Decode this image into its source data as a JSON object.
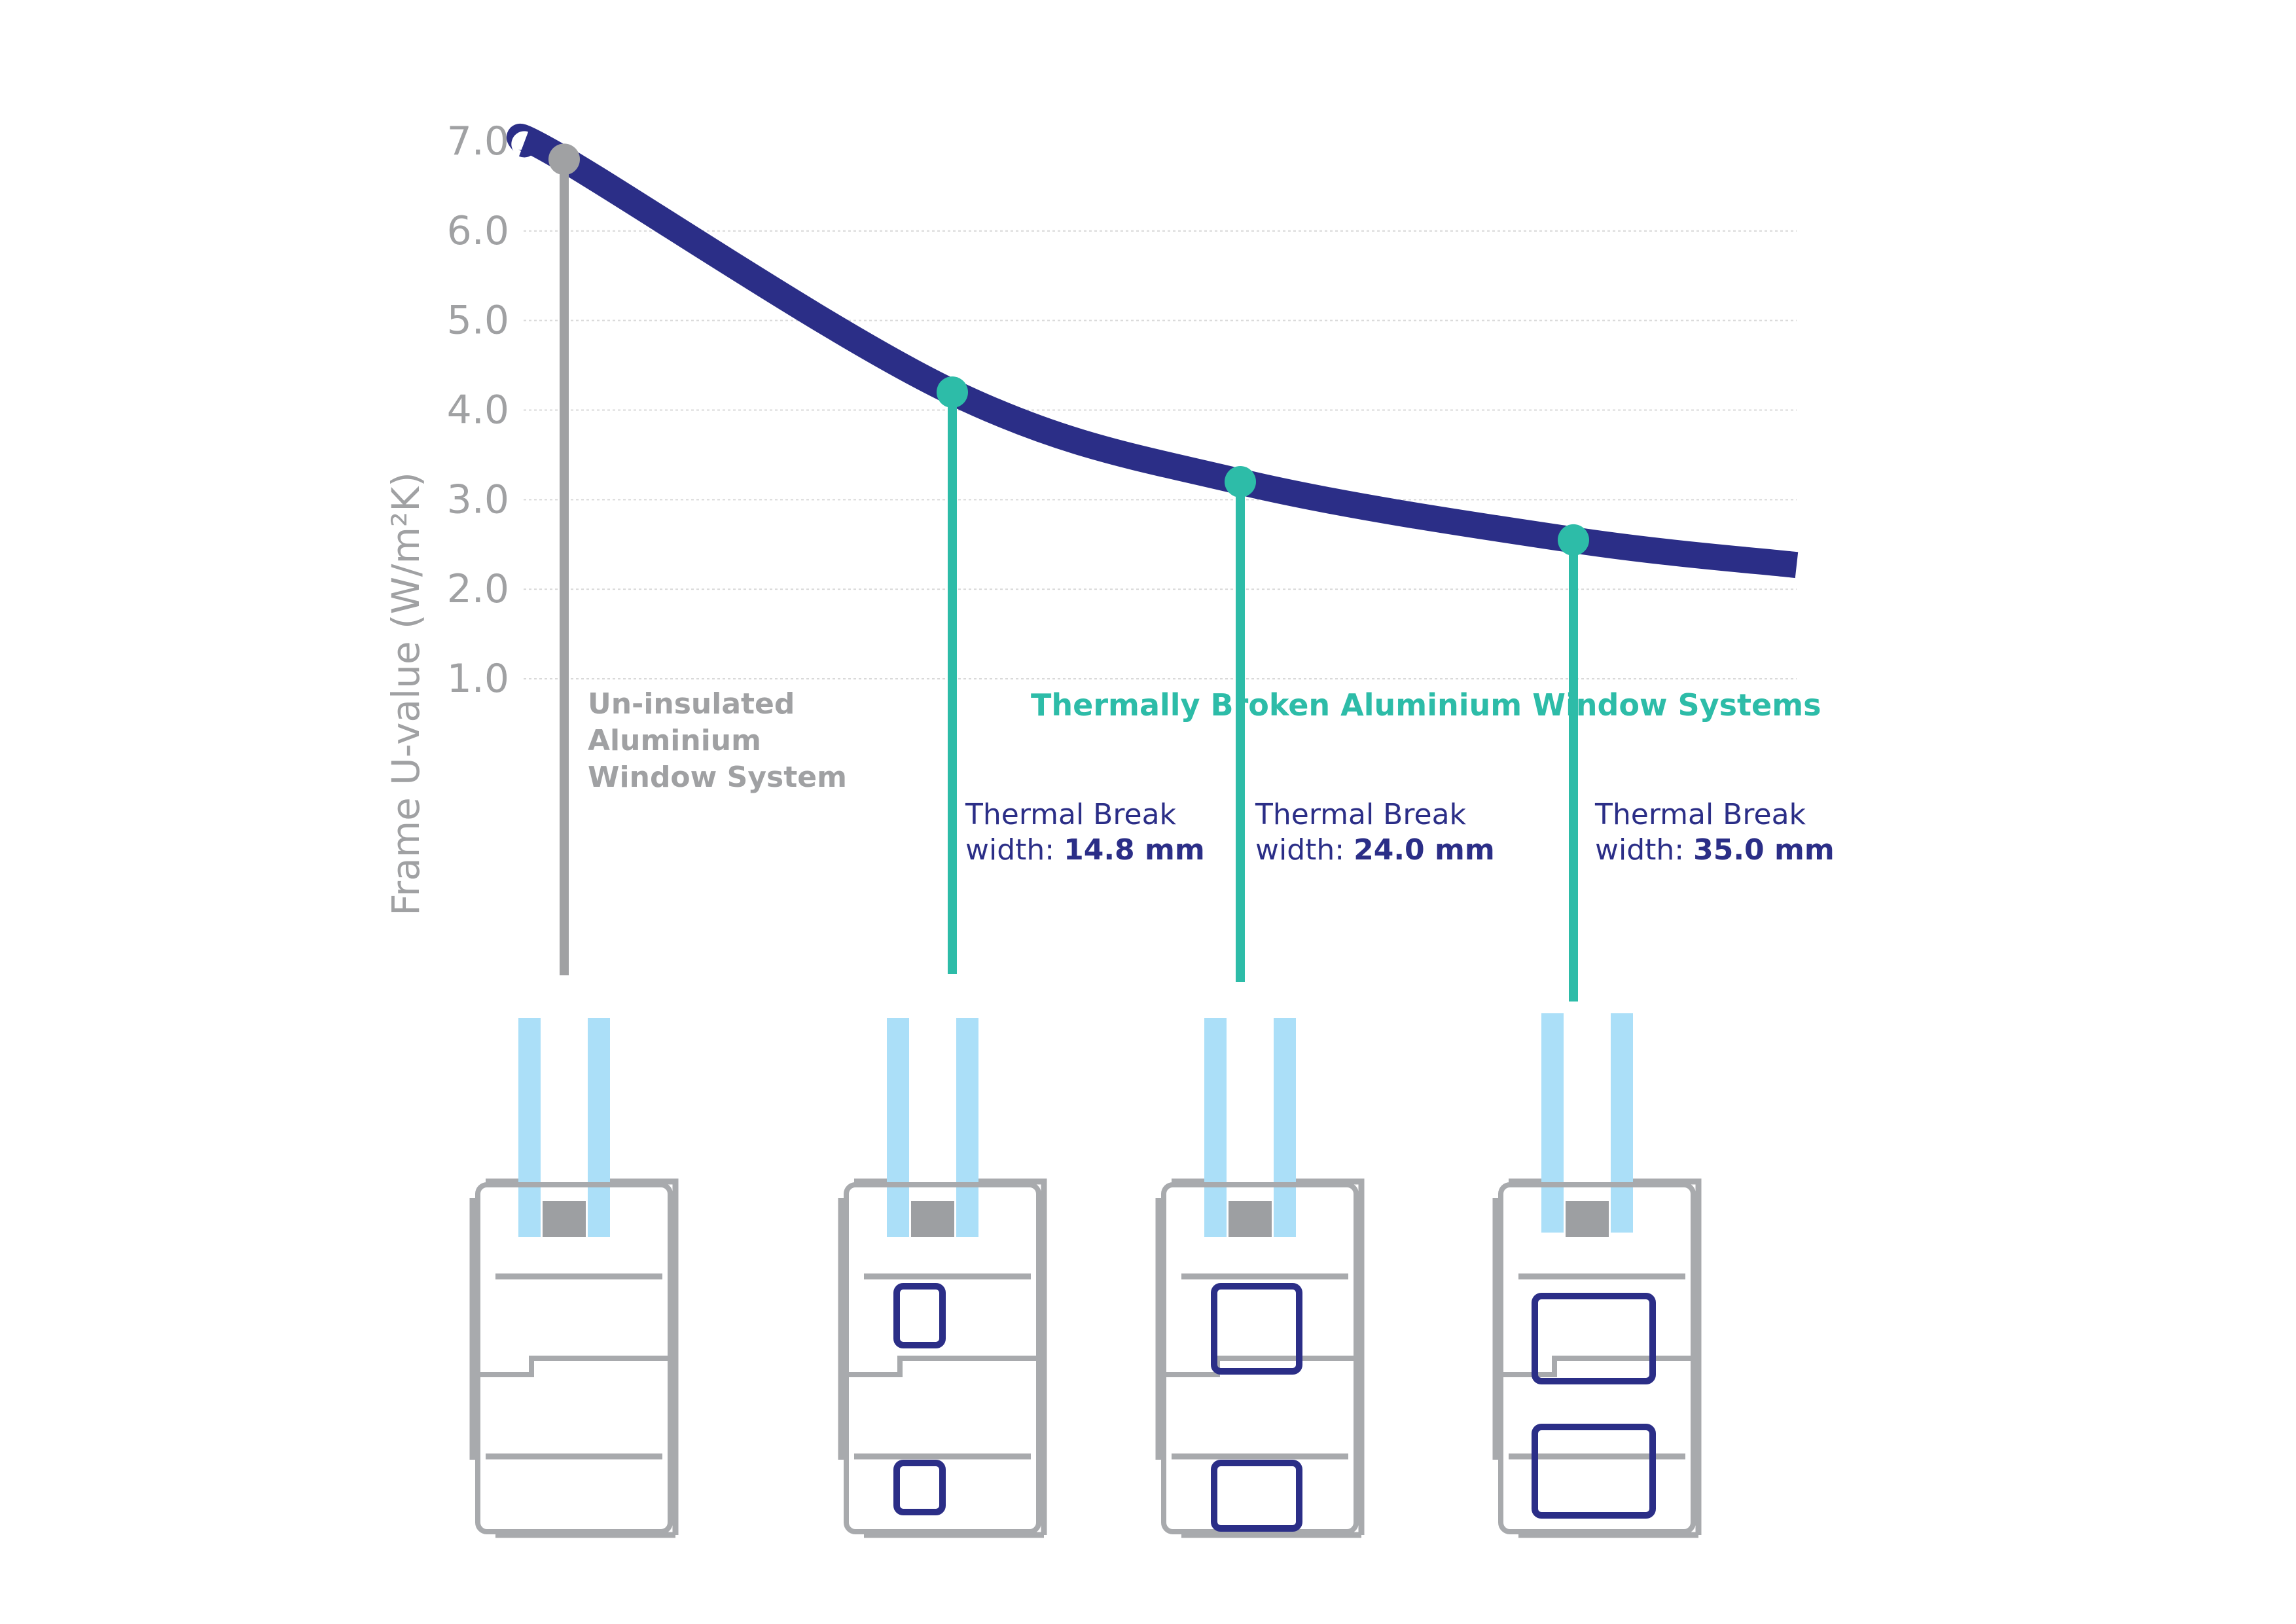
{
  "chart_data": {
    "type": "line",
    "ylabel": "Frame U-value (W/m²K)",
    "yticks": [
      "7.0",
      "6.0",
      "5.0",
      "4.0",
      "3.0",
      "2.0",
      "1.0"
    ],
    "ylim": [
      1.0,
      7.0
    ],
    "grid": true,
    "series_title": "Thermally Broken Aluminium Window Systems",
    "line_color": "#2b2e87",
    "accent_color": "#2dbca8",
    "neutral_color": "#a0a1a3",
    "glass_color": "#abdff8",
    "points": [
      {
        "label": "Un-insulated\nAluminium\nWindow System",
        "u_value": 6.8,
        "category": "uninsulated"
      },
      {
        "label_prefix": "Thermal Break",
        "width_prefix": "width:",
        "width_value": "14.8 mm",
        "u_value": 4.2,
        "category": "thermally-broken"
      },
      {
        "label_prefix": "Thermal Break",
        "width_prefix": "width:",
        "width_value": "24.0 mm",
        "u_value": 3.2,
        "category": "thermally-broken"
      },
      {
        "label_prefix": "Thermal Break",
        "width_prefix": "width:",
        "width_value": "35.0 mm",
        "u_value": 2.55,
        "category": "thermally-broken"
      }
    ]
  }
}
